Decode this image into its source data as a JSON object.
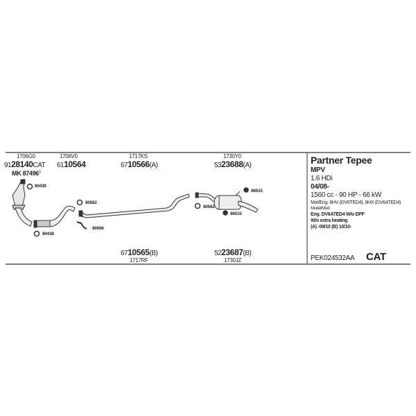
{
  "parts": {
    "p1": {
      "code": "1706G0",
      "prefix": "91",
      "number": "28140",
      "suffix": "CAT",
      "note": "MK 87496",
      "note_sup": "1"
    },
    "p2": {
      "code": "1706V0",
      "prefix": "61",
      "number": "10564",
      "suffix": ""
    },
    "p3": {
      "code": "1717KS",
      "prefix": "67",
      "number": "10566",
      "suffix": "(A)"
    },
    "p4": {
      "code": "1730Y0",
      "prefix": "53",
      "number": "23688",
      "suffix": "(A)"
    },
    "p5": {
      "code": "1717RF",
      "prefix": "67",
      "number": "10565",
      "suffix": "(B)"
    },
    "p6": {
      "code": "1730JZ",
      "prefix": "52",
      "number": "23687",
      "suffix": "(B)"
    }
  },
  "clips": [
    "80439",
    "80562",
    "80566",
    "80438",
    "80562",
    "86515",
    "86515"
  ],
  "info": {
    "model": "Partner Tepee",
    "body": "MPV",
    "engine": "1.6 HDi",
    "date": "04/08-",
    "specs": "1560 cc - 90 HP - 66 kW",
    "mot": "Mot/Eng: 9HV (DV6TED4), 9HX (DV6ATED4)",
    "model_mod": "Model/Mod:",
    "eng": "Eng. DV6ATED4   W/o DPF",
    "heating": "W/o extra heating",
    "variants": "(A) -09/10 (B) 10/10-",
    "ref": "PEK024532AA",
    "cat": "CAT"
  }
}
